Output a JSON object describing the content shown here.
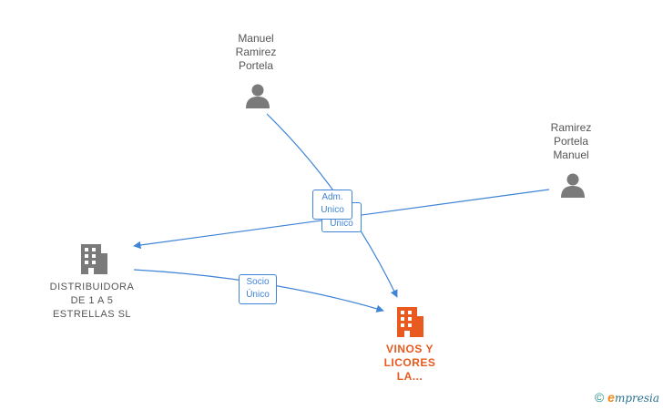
{
  "nodes": {
    "manuel_ramirez_portela": {
      "label": "Manuel\nRamirez\nPortela",
      "type": "person"
    },
    "ramirez_portela_manuel": {
      "label": "Ramirez\nPortela\nManuel",
      "type": "person"
    },
    "distribuidora": {
      "label": "DISTRIBUIDORA\nDE 1 A 5\nESTRELLAS SL",
      "type": "company"
    },
    "vinos_licores": {
      "label": "VINOS Y\nLICORES\nLA...",
      "type": "company-focus"
    }
  },
  "edges": {
    "adm_unico_back": {
      "label": "Único"
    },
    "adm_unico": {
      "label": "Adm.\nUnico"
    },
    "socio_unico": {
      "label": "Socio\nÚnico"
    }
  },
  "colors": {
    "edge": "#3f84d6",
    "person_icon": "#7a7a7a",
    "company_icon": "#7a7a7a",
    "focus_company": "#e85a1f"
  },
  "brand": {
    "copyright": "©",
    "initial": "e",
    "rest": "mpresia"
  }
}
